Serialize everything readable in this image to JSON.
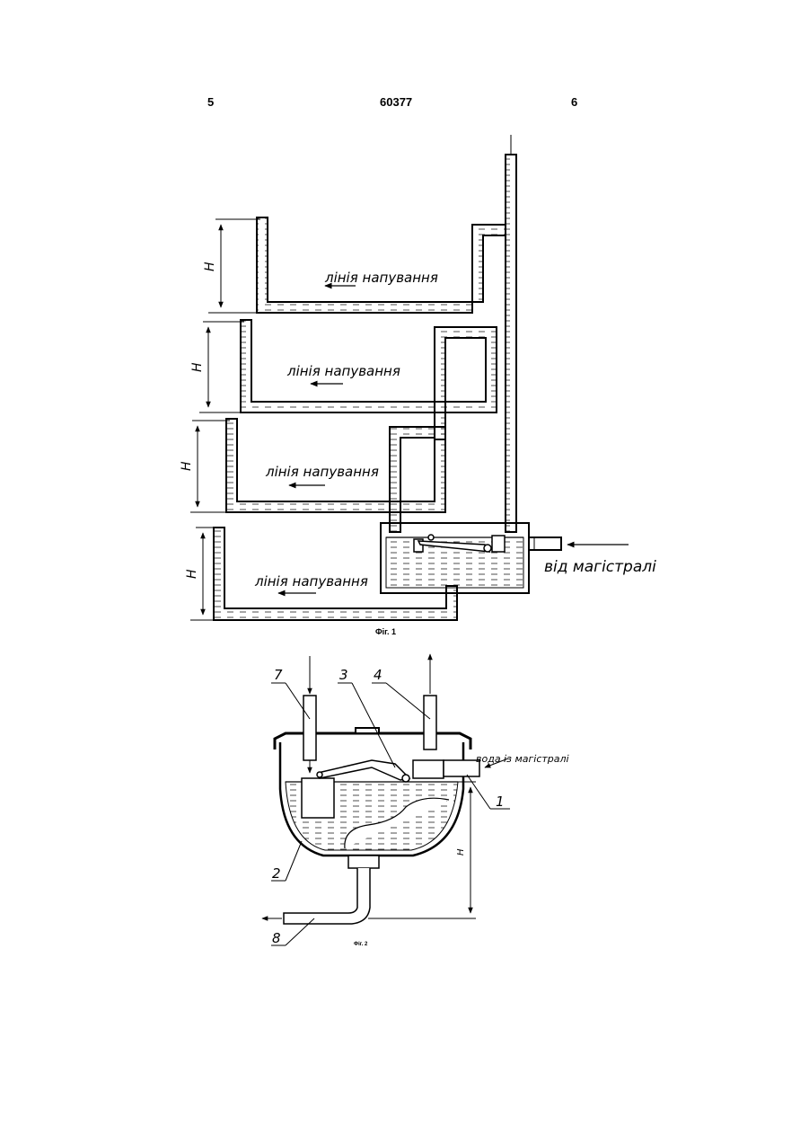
{
  "header": {
    "left_page": "5",
    "doc_number": "60377",
    "right_page": "6"
  },
  "fig1": {
    "caption": "Фіг. 1",
    "line_label": "лінія напування",
    "height_label": "H",
    "source_label": "від магістралі"
  },
  "fig2": {
    "caption": "Фіг. 2",
    "water_label": "вода із магістралі",
    "height_label": "H",
    "callouts": [
      "7",
      "3",
      "4",
      "1",
      "2",
      "8"
    ]
  }
}
